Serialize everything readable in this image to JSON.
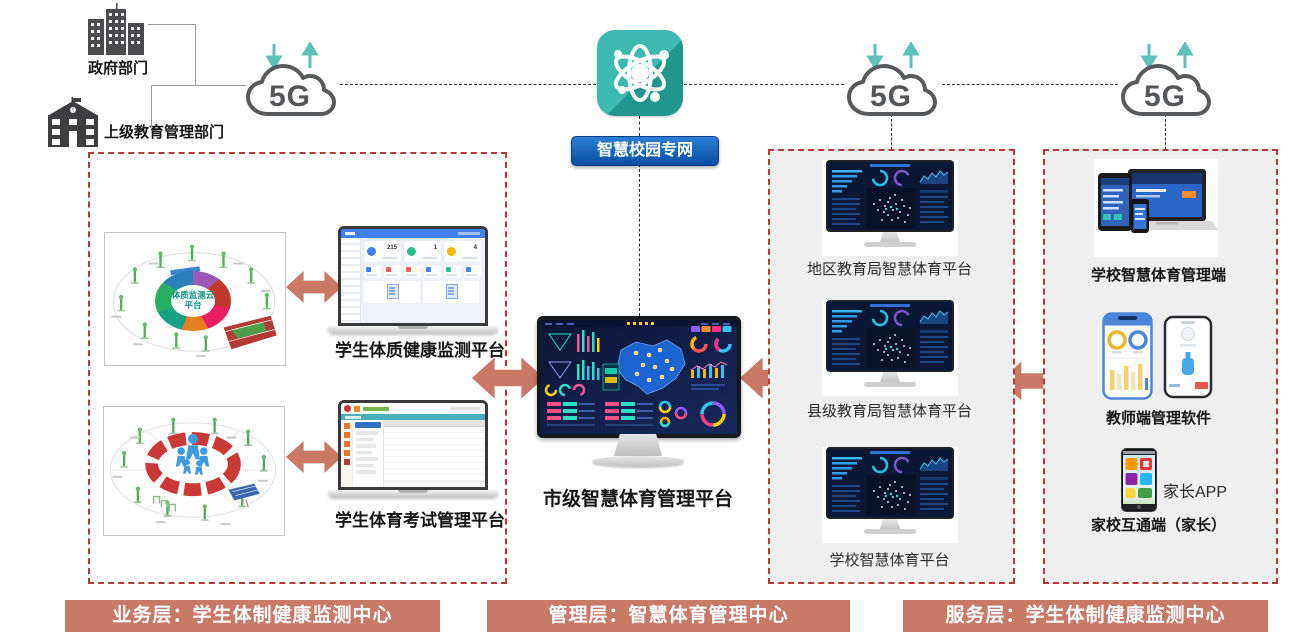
{
  "colors": {
    "accent_salmon": "#c97a68",
    "panel_border_red": "#b23b37",
    "panel_gray": "#efefef",
    "teal_arrow": "#5fc0ba",
    "network_icon_teal": "#2aa79f",
    "network_banner_blue": "#1565c0"
  },
  "top": {
    "gov_label": "政府部门",
    "edu_label": "上级教育管理部门",
    "cloud_label": "5G",
    "network_label": "智慧校园专网"
  },
  "left_panel": {
    "platform1_label": "学生体质健康监测平台",
    "platform2_label": "学生体育考试管理平台",
    "illustration1_center": "体质监测云平台",
    "laptop1_stats": [
      "215",
      "1",
      "4"
    ]
  },
  "center": {
    "label": "市级智慧体育管理平台"
  },
  "middle_panel": {
    "items": [
      {
        "label": "地区教育局智慧体育平台"
      },
      {
        "label": "县级教育局智慧体育平台"
      },
      {
        "label": "学校智慧体育平台"
      }
    ]
  },
  "right_panel": {
    "item1_label": "学校智慧体育管理端",
    "item2_label": "教师端管理软件",
    "parent_app_label": "家长APP",
    "item3_label": "家校互通端（家长）"
  },
  "footers": [
    {
      "label": "业务层：学生体制健康监测中心"
    },
    {
      "label": "管理层：智慧体育管理中心"
    },
    {
      "label": "服务层：学生体制健康监测中心"
    }
  ]
}
